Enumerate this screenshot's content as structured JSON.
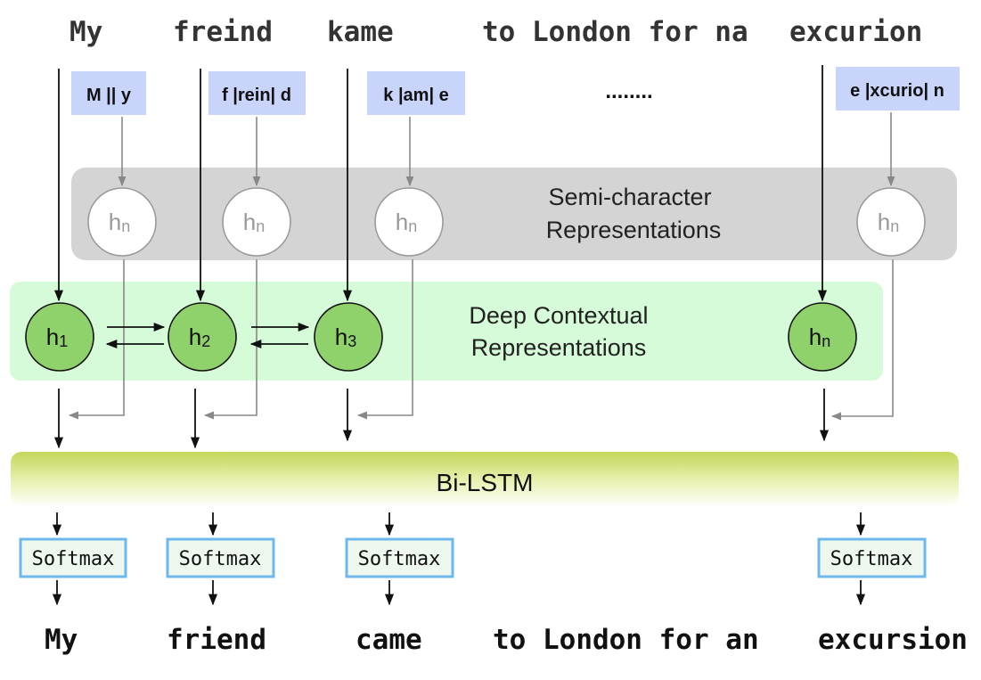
{
  "input_words": {
    "w1": "My",
    "w2": "freind",
    "w3": "kame",
    "w4": "to London for na",
    "w5": "excurion"
  },
  "semichar_labels": {
    "l1": "M || y",
    "l2": "f |rein| d",
    "l3": "k |am| e",
    "ellipsis": "........",
    "l5": "e |xcurio| n"
  },
  "semichar_band": {
    "line1": "Semi-character",
    "line2": "Representations"
  },
  "semichar_node": {
    "base": "h",
    "sub": "n"
  },
  "context_band": {
    "line1": "Deep Contextual",
    "line2": "Representations"
  },
  "context_nodes": {
    "n1": {
      "base": "h",
      "sub": "1"
    },
    "n2": {
      "base": "h",
      "sub": "2"
    },
    "n3": {
      "base": "h",
      "sub": "3"
    },
    "n4": {
      "base": "h",
      "sub": "n"
    }
  },
  "bilstm": {
    "label": "Bi-LSTM"
  },
  "softmax": {
    "label": "Softmax"
  },
  "output_words": {
    "w1": "My",
    "w2": "friend",
    "w3": "came",
    "w4": "to London for an",
    "w5": "excursion"
  },
  "colors": {
    "semichar_label_bg": "#c9d4fb",
    "semichar_band": "#d4d4d4",
    "context_band": "#d6fbd8",
    "context_node": "#8fd16a",
    "bilstm_top": "#c3d65a",
    "softmax_border": "#6fb8ee"
  }
}
